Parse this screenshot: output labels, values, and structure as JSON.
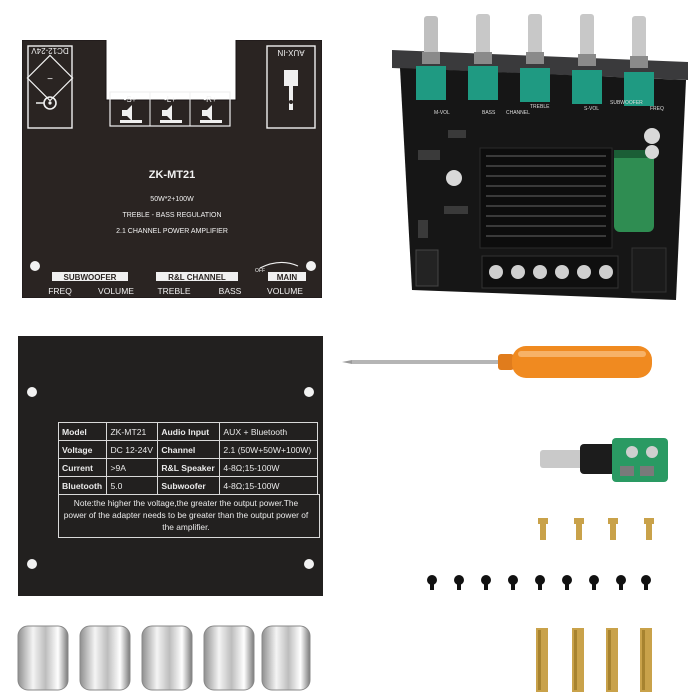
{
  "front_panel": {
    "power_label": "DC12-24V",
    "aux_label": "AUX-IN",
    "speaker_labels": [
      "-S+",
      "-L+",
      "-R+"
    ],
    "model": "ZK-MT21",
    "power_rating": "50W*2+100W",
    "line1": "TREBLE - BASS REGULATION",
    "line2": "2.1 CHANNEL POWER AMPLIFIER",
    "subwoofer_title": "SUBWOOFER",
    "rl_title": "R&L CHANNEL",
    "main_title": "MAIN",
    "off_label": "OFF",
    "controls": [
      "FREQ",
      "VOLUME",
      "TREBLE",
      "BASS",
      "VOLUME"
    ]
  },
  "board": {
    "knob_labels": [
      "M-VOL",
      "BASS",
      "TREBLE",
      "S-VOL",
      "SUBWOOFER",
      "FREQ"
    ],
    "channel_label": "CHANNEL"
  },
  "spec_panel": {
    "rows": [
      [
        "Model",
        "ZK-MT21",
        "Audio Input",
        "AUX + Bluetooth"
      ],
      [
        "Voltage",
        "DC 12-24V",
        "Channel",
        "2.1 (50W+50W+100W)"
      ],
      [
        "Current",
        ">9A",
        "R&L Speaker",
        "4-8Ω;15-100W"
      ],
      [
        "Bluetooth",
        "5.0",
        "Subwoofer",
        "4-8Ω;15-100W"
      ]
    ],
    "note": "Note:the higher the voltage,the greater the output power.The power of the adapter needs to be greater than the output power of the amplifier."
  }
}
